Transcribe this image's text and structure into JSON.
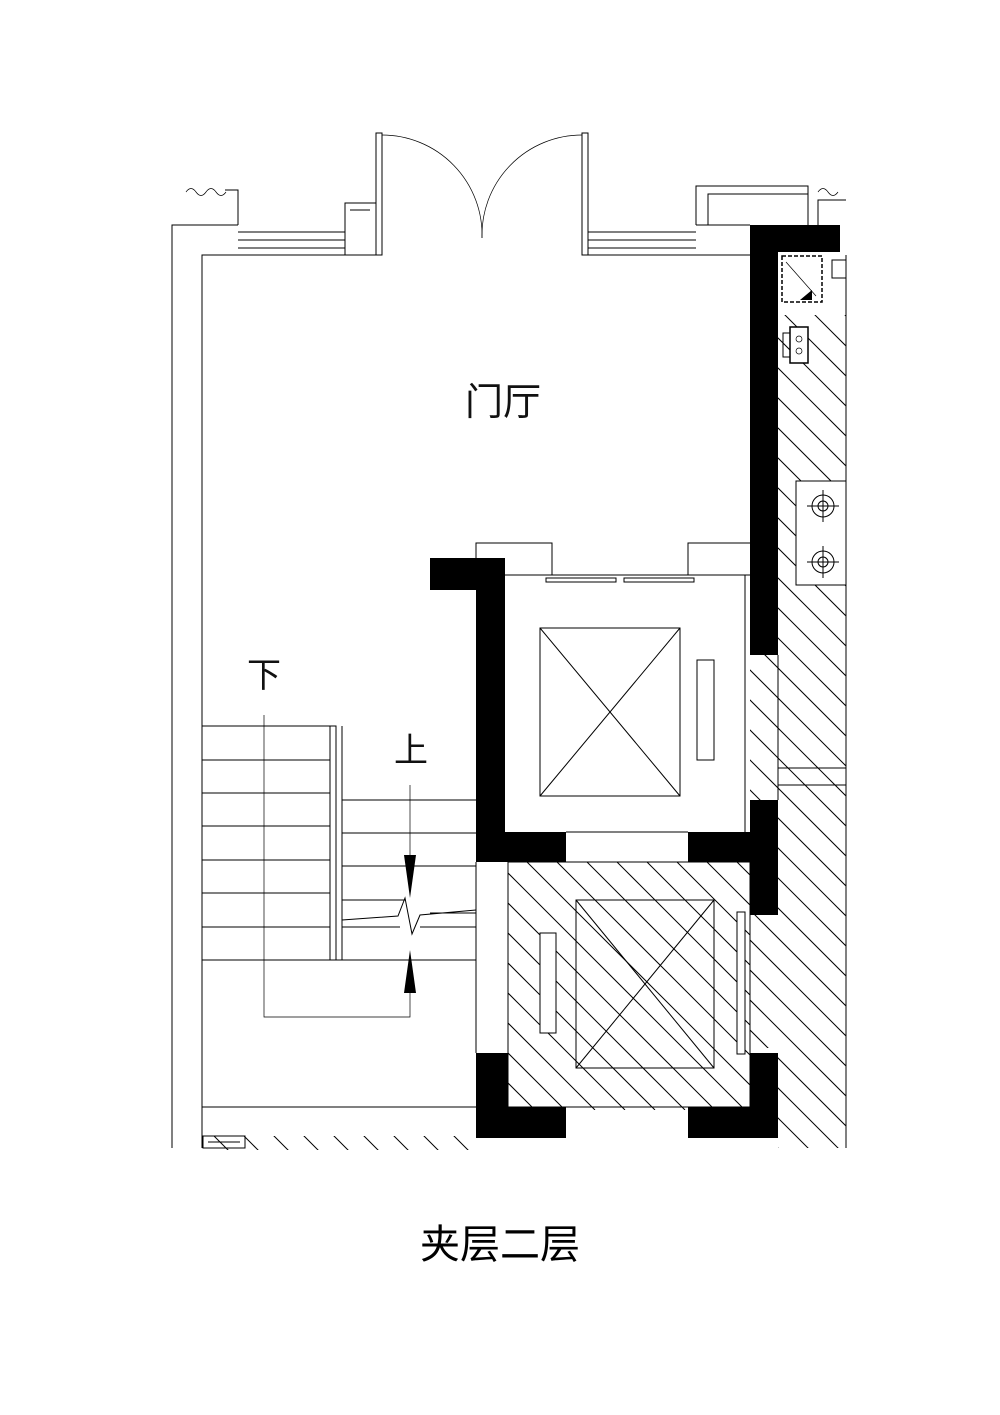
{
  "labels": {
    "foyer": "门厅",
    "stair_down": "下",
    "stair_up": "上"
  },
  "caption": "夹层二层"
}
